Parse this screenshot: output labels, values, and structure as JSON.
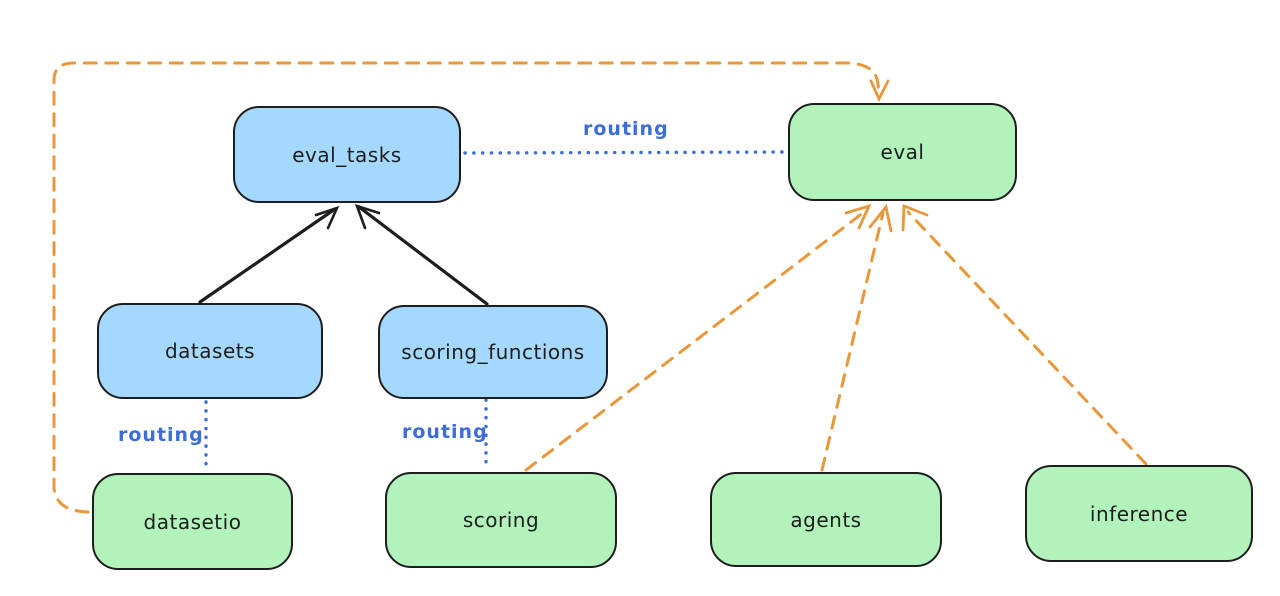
{
  "diagram": {
    "routing_label": "routing",
    "colors": {
      "resource_fill": "#a5d8ff",
      "api_fill": "#b2f2bb",
      "stroke": "#1e1e1e",
      "routing_color": "#3d6dd8",
      "dashed_color": "#e8973a"
    },
    "nodes": [
      {
        "id": "eval_tasks",
        "label": "eval_tasks",
        "kind": "resource"
      },
      {
        "id": "eval",
        "label": "eval",
        "kind": "api"
      },
      {
        "id": "datasets",
        "label": "datasets",
        "kind": "resource"
      },
      {
        "id": "scoring_functions",
        "label": "scoring_functions",
        "kind": "resource"
      },
      {
        "id": "datasetio",
        "label": "datasetio",
        "kind": "api"
      },
      {
        "id": "scoring",
        "label": "scoring",
        "kind": "api"
      },
      {
        "id": "agents",
        "label": "agents",
        "kind": "api"
      },
      {
        "id": "inference",
        "label": "inference",
        "kind": "api"
      }
    ],
    "edges": [
      {
        "from": "datasets",
        "to": "eval_tasks",
        "style": "solid-arrow",
        "label": ""
      },
      {
        "from": "scoring_functions",
        "to": "eval_tasks",
        "style": "solid-arrow",
        "label": ""
      },
      {
        "from": "eval_tasks",
        "to": "eval",
        "style": "dotted",
        "label": "routing"
      },
      {
        "from": "datasets",
        "to": "datasetio",
        "style": "dotted",
        "label": "routing"
      },
      {
        "from": "scoring_functions",
        "to": "scoring",
        "style": "dotted",
        "label": "routing"
      },
      {
        "from": "datasetio",
        "to": "eval",
        "style": "dashed-arrow",
        "label": ""
      },
      {
        "from": "scoring",
        "to": "eval",
        "style": "dashed-arrow",
        "label": ""
      },
      {
        "from": "agents",
        "to": "eval",
        "style": "dashed-arrow",
        "label": ""
      },
      {
        "from": "inference",
        "to": "eval",
        "style": "dashed-arrow",
        "label": ""
      }
    ]
  }
}
